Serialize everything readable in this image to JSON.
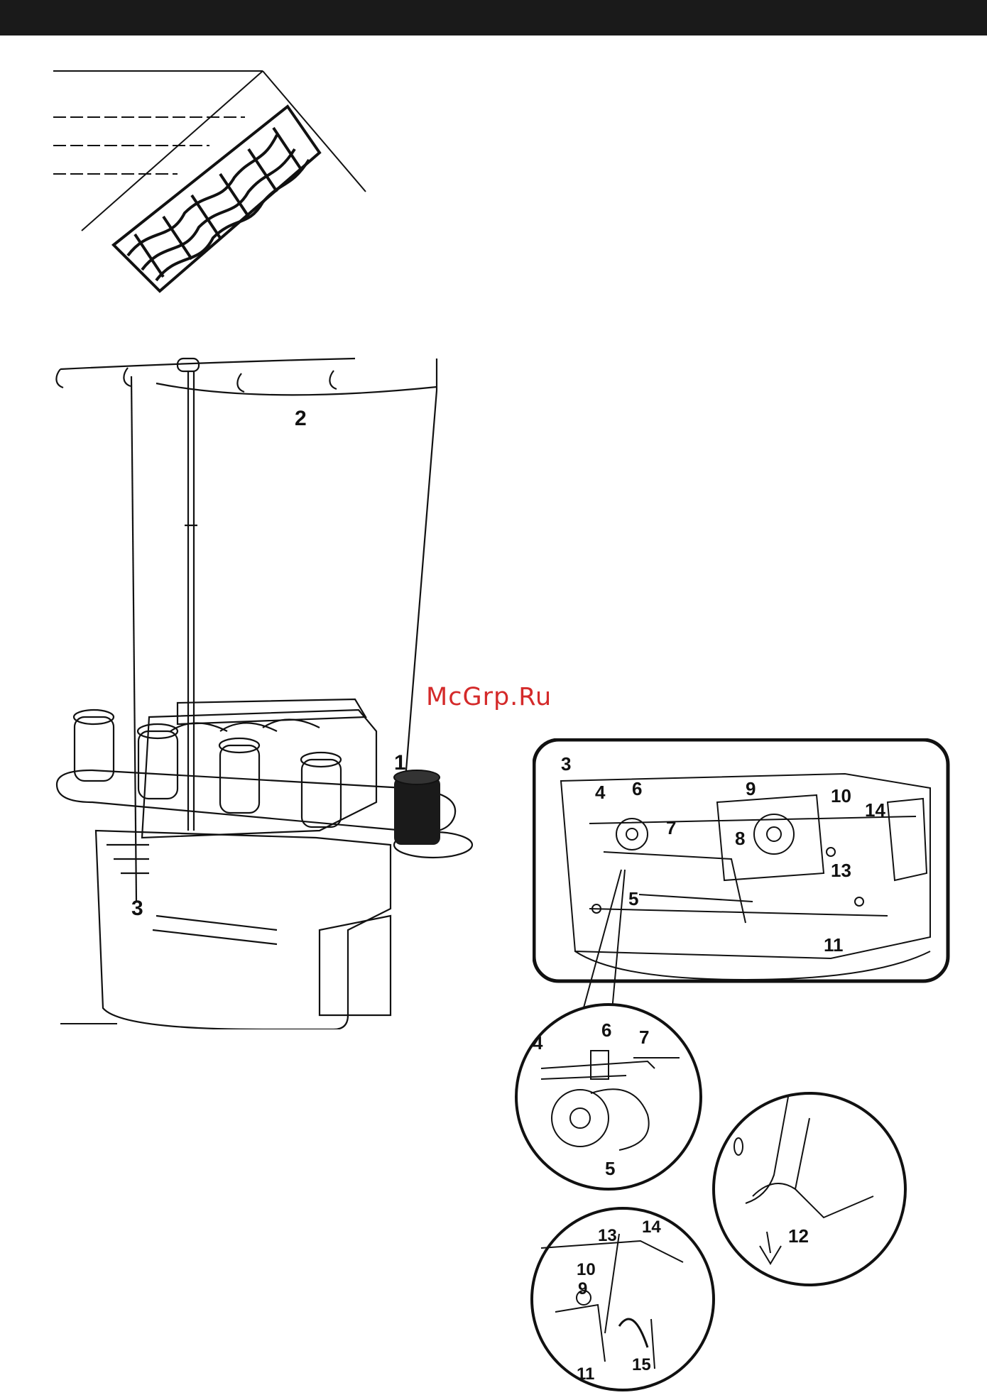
{
  "watermark": "McGrp.Ru",
  "figures": {
    "thread_stand": {
      "labels": {
        "spool": "1",
        "antenna": "2",
        "guide": "3"
      }
    },
    "machine_detail": {
      "labels": [
        "3",
        "4",
        "6",
        "5",
        "7",
        "9",
        "10",
        "8",
        "14",
        "13",
        "11"
      ]
    },
    "zoom_tension": {
      "labels": [
        "4",
        "6",
        "7",
        "5"
      ]
    },
    "zoom_looper": {
      "labels": [
        "12"
      ]
    },
    "zoom_lower": {
      "labels": [
        "13",
        "14",
        "10",
        "9",
        "11",
        "15"
      ]
    }
  }
}
